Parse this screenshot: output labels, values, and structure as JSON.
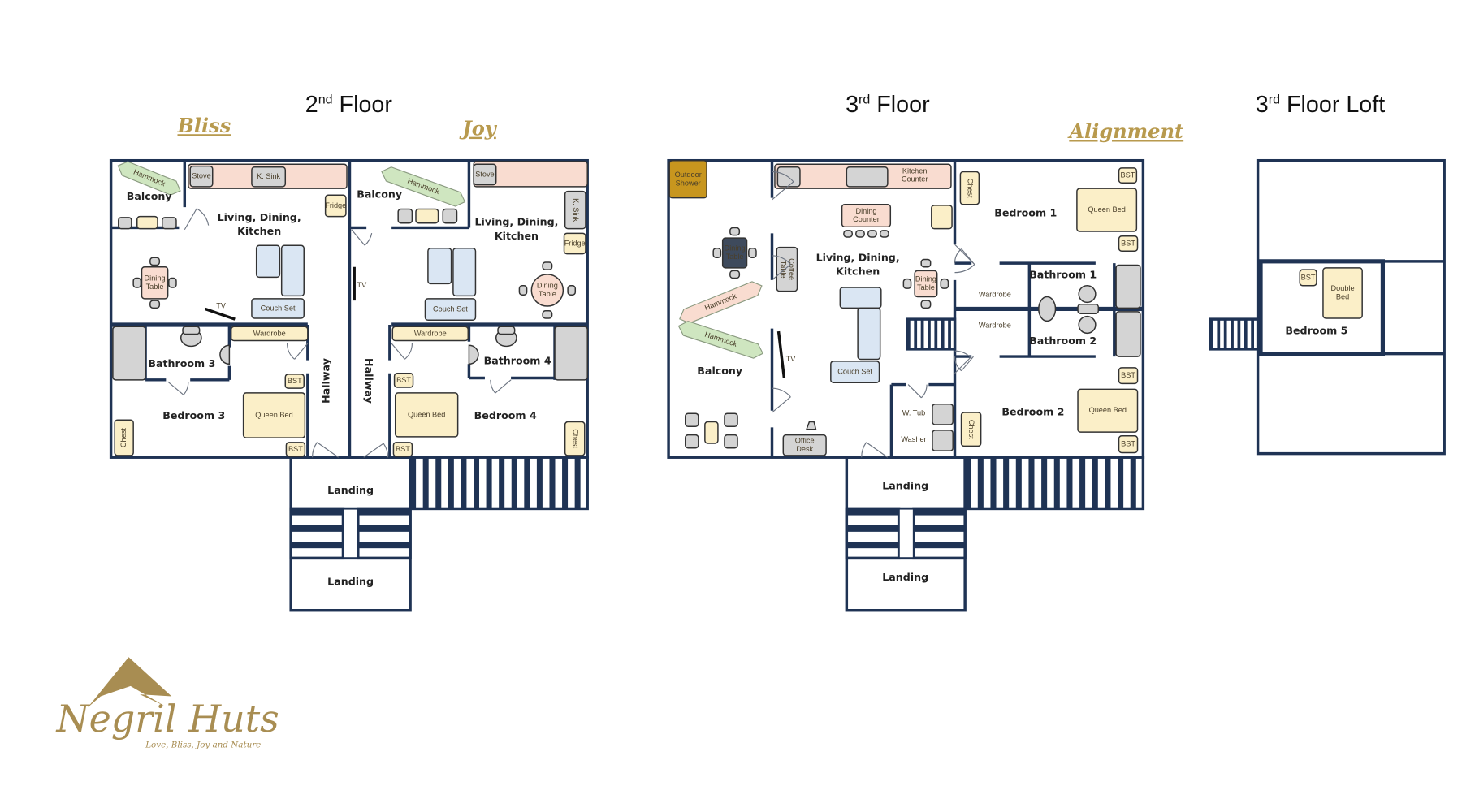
{
  "titles": {
    "floor2": {
      "num": "2",
      "sup": "nd",
      "label": " Floor"
    },
    "floor3": {
      "num": "3",
      "sup": "rd",
      "label": " Floor"
    },
    "loft": {
      "num": "3",
      "sup": "rd",
      "label": " Floor Loft"
    }
  },
  "units": {
    "bliss": "Bliss",
    "joy": "Joy",
    "alignment": "Alignment"
  },
  "labels": {
    "balcony": "Balcony",
    "ldk": [
      "Living, Dining,",
      "Kitchen"
    ],
    "bathroom1": "Bathroom 1",
    "bathroom2": "Bathroom 2",
    "bathroom3": "Bathroom 3",
    "bathroom4": "Bathroom 4",
    "bedroom1": "Bedroom 1",
    "bedroom2": "Bedroom 2",
    "bedroom3": "Bedroom 3",
    "bedroom4": "Bedroom 4",
    "bedroom5": "Bedroom 5",
    "landing": "Landing",
    "hallway": "Hallway",
    "hammock": "Hammock",
    "stove": "Stove",
    "k_sink": "K. Sink",
    "fridge": "Fridge",
    "dining_table": [
      "Dining",
      "Table"
    ],
    "couch_set": "Couch Set",
    "tv": "TV",
    "wardrobe": "Wardrobe",
    "bst": "BST",
    "queen_bed": "Queen Bed",
    "double_bed": [
      "Double",
      "Bed"
    ],
    "chest": "Chest",
    "outdoor_shower": [
      "Outdoor",
      "Shower"
    ],
    "kitchen_counter": [
      "Kitchen",
      "Counter"
    ],
    "dining_counter": [
      "Dining",
      "Counter"
    ],
    "coffee_table": [
      "Coffee",
      "Table"
    ],
    "w_tub": "W. Tub",
    "washer": "Washer",
    "office_desk": [
      "Office",
      "Desk"
    ]
  },
  "logo": {
    "name": "Negril Huts",
    "tagline": "Love, Bliss, Joy and Nature"
  },
  "palette": {
    "wall": "#1f3354",
    "peach": "#f9dcd0",
    "cream": "#fbefc8",
    "gray": "#d4d4d4",
    "blue": "#dae6f3",
    "green": "#cfe6c0",
    "gold": "#c8961e",
    "dark": "#3e4a5c",
    "brand": "#b89a4e"
  }
}
